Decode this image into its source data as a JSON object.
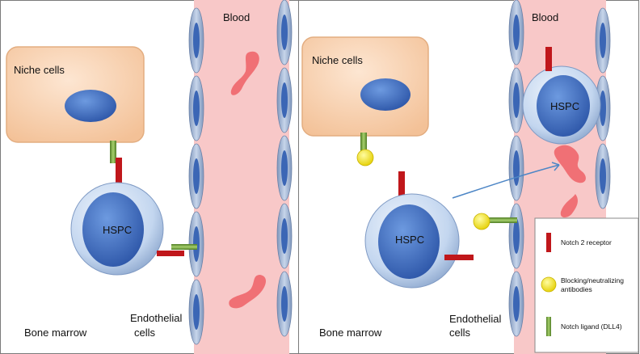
{
  "panels": [
    {
      "blood_label": "Blood",
      "niche_label": "Niche cells",
      "hspc_label": "HSPC",
      "endothelial_label_line1": "Endothelial",
      "endothelial_label_line2": "cells",
      "bone_marrow_label": "Bone marrow"
    },
    {
      "blood_label": "Blood",
      "niche_label": "Niche cells",
      "hspc_label_marrow": "HSPC",
      "hspc_label_blood": "HSPC",
      "endothelial_label_line1": "Endothelial",
      "endothelial_label_line2": "cells",
      "bone_marrow_label": "Bone marrow"
    }
  ],
  "legend": {
    "items": [
      {
        "label": "Notch 2 receptor",
        "symbol": "red-bar",
        "color": "#c0171b"
      },
      {
        "label_line1": "Blocking/neutralizing",
        "label_line2": "antibodies",
        "symbol": "yellow-circle",
        "color": "#f5e51a"
      },
      {
        "label": "Notch ligand (DLL4)",
        "symbol": "green-bar",
        "color": "#6f9e3a"
      }
    ]
  },
  "colors": {
    "vessel": "#f8c8c8",
    "endothelial_cell": "#9fb5d6",
    "niche_cell": "#f8cfaa",
    "nucleus": "#3f6fc4",
    "hspc_outer": "#c9dcf3",
    "red_blood_cell": "#ee5a5f"
  }
}
